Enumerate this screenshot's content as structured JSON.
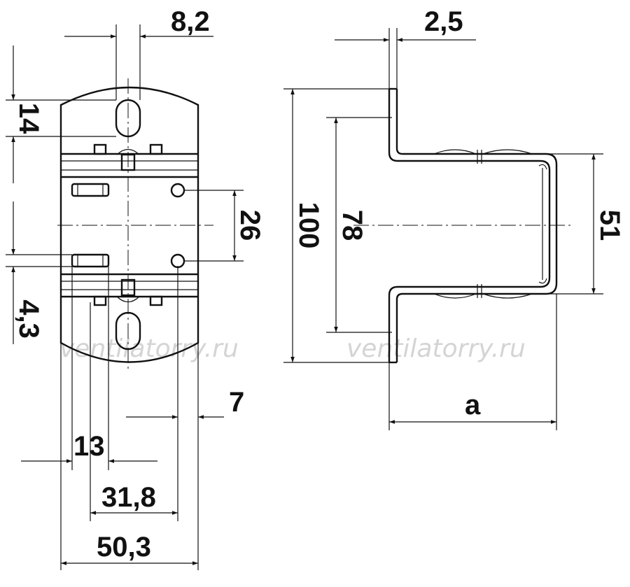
{
  "watermark": "ventilatorry.ru",
  "dimensions": {
    "slot_width": "8,2",
    "slot_height": "14",
    "hole_spacing": "26",
    "hole_offset": "4,3",
    "edge_offset": "7",
    "slot_to_edge": "13",
    "hole_to_edge": "31,8",
    "total_width": "50,3",
    "thickness": "2,5",
    "total_height": "100",
    "inner_height": "78",
    "bracket_height": "51",
    "depth": "a"
  }
}
